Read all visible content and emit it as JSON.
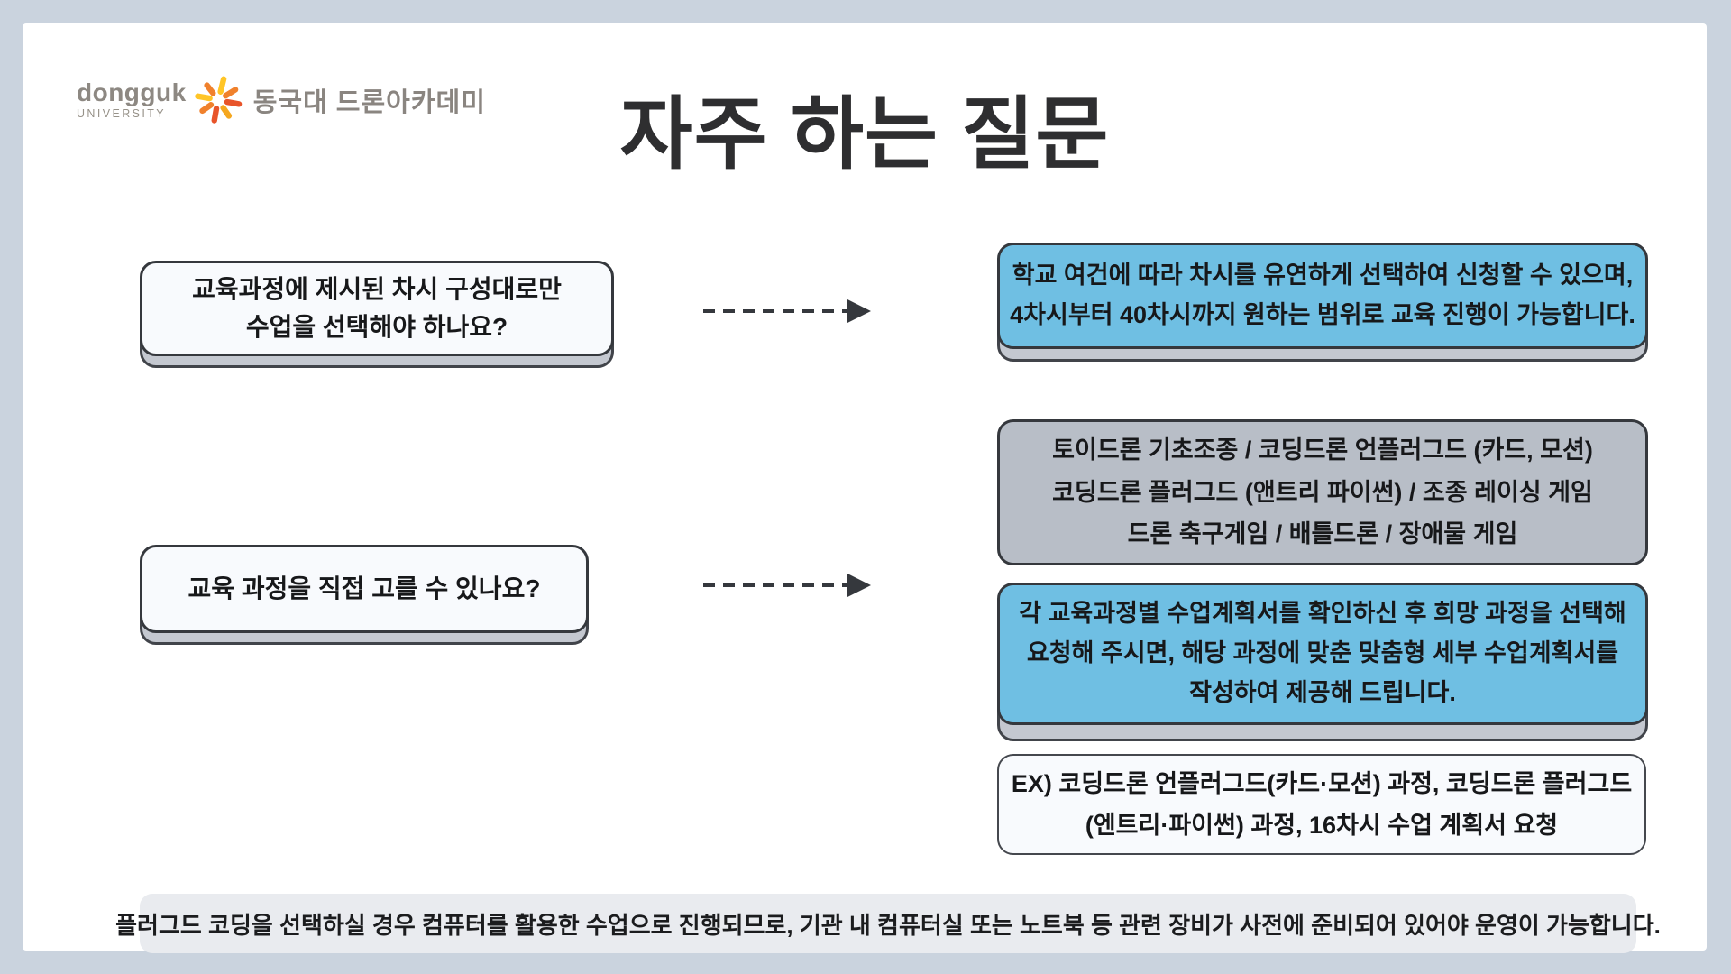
{
  "header": {
    "logo": {
      "brand": "dongguk",
      "brand_sub": "UNIVERSITY",
      "academy": "동국대 드론아카데미",
      "icon": "starburst-flower-icon"
    },
    "title": "자주 하는 질문"
  },
  "faq": [
    {
      "question": "교육과정에 제시된 차시 구성대로만\n수업을 선택해야 하나요?",
      "answer": "학교 여건에 따라 차시를 유연하게 선택하여 신청할 수 있으며,\n4차시부터 40차시까지 원하는 범위로 교육 진행이 가능합니다."
    },
    {
      "question": "교육 과정을 직접 고를 수 있나요?",
      "course_options": "토이드론 기초조종  / 코딩드론 언플러그드 (카드, 모션)\n코딩드론 플러그드 (앤트리 파이썬)   /  조종 레이싱 게임\n드론 축구게임  /   배틀드론  /   장애물 게임",
      "answer": "각 교육과정별 수업계획서를 확인하신 후 희망 과정을 선택해\n요청해 주시면, 해당 과정에 맞춘 맞춤형 세부 수업계획서를\n작성하여 제공해 드립니다.",
      "example": "EX) 코딩드론 언플러그드(카드·모션) 과정, 코딩드론 플러그드\n(엔트리·파이썬) 과정, 16차시 수업 계획서 요청"
    }
  ],
  "footer": {
    "note": "플러그드 코딩을 선택하실 경우 컴퓨터를 활용한 수업으로 진행되므로, 기관 내 컴퓨터실 또는 노트북 등 관련 장비가 사전에 준비되어 있어야 운영이 가능합니다."
  },
  "colors": {
    "page_background": "#cad3de",
    "card_background": "#ffffff",
    "answer_blue": "#6fbfe3",
    "option_gray": "#b8bec7",
    "question_bg": "#f8fafd",
    "shadow_gray": "#c4c8d0",
    "border_dark": "#35383d",
    "footer_bar_bg": "#e9ebef",
    "title_color": "#2e2e30",
    "logo_gray": "#8a8580",
    "logo_orange": "#f0812c",
    "logo_yellow": "#ffc527"
  }
}
